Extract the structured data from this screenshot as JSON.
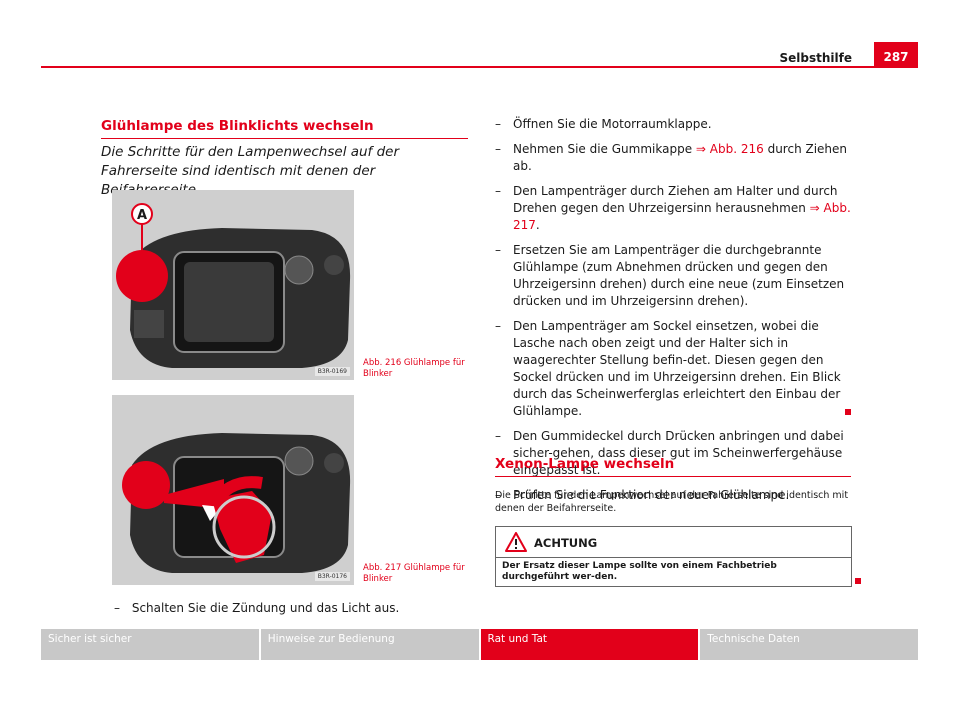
{
  "header": {
    "section": "Selbsthilfe",
    "page_number": "287"
  },
  "left": {
    "heading": "Glühlampe des Blinklichts wechseln",
    "intro": "Die Schritte für den Lampenwechsel auf der Fahrerseite sind identisch mit denen der Beifahrerseite.",
    "fig216": {
      "marker": "A",
      "code": "B3R-0169",
      "caption_1": "Abb. 216   Glühlampe für",
      "caption_2": "Blinker"
    },
    "fig217": {
      "code": "B3R-0176",
      "caption_1": "Abb. 217   Glühlampe für",
      "caption_2": "Blinker"
    },
    "last_step": "Schalten Sie die Zündung und das Licht aus."
  },
  "right": {
    "dash": "–",
    "step1": "Öffnen Sie die Motorraumklappe.",
    "step2_a": "Nehmen Sie die Gummikappe ",
    "step2_ref": "⇒ Abb. 216",
    "step2_b": " durch Ziehen ab.",
    "step3_a": "Den Lampenträger durch Ziehen am Halter und durch Drehen gegen den Uhrzeigersinn herausnehmen ",
    "step3_ref": "⇒ Abb. 217",
    "step3_b": ".",
    "step4": "Ersetzen Sie am Lampenträger die durchgebrannte Glühlampe (zum Abnehmen drücken und gegen den Uhrzeigersinn drehen) durch eine neue (zum Einsetzen drücken und im Uhrzeigersinn drehen).",
    "step5": "Den Lampenträger am Sockel einsetzen, wobei die Lasche nach oben zeigt und der Halter sich in waagerechter Stellung befin-det. Diesen gegen den Sockel drücken und im Uhrzeigersinn drehen. Ein Blick durch das Scheinwerferglas erleichtert den Einbau der Glühlampe.",
    "step6": "Den Gummideckel durch Drücken anbringen und dabei sicher-gehen, dass dieser gut im Scheinwerfergehäuse eingepasst ist.",
    "step7": "Prüfen Sie die Funktion der neuen Glühlampe.",
    "xenon_heading": "Xenon-Lampe wechseln",
    "xenon_text": "Die Schritte für den Lampenwechsel auf der Fahrerseite sind identisch mit denen der Beifahrerseite.",
    "warning": {
      "title": "ACHTUNG",
      "text": "Der Ersatz dieser Lampe sollte von einem Fachbetrieb durchgeführt wer-den."
    }
  },
  "footer": {
    "tabs": [
      "Sicher ist sicher",
      "Hinweise zur Bedienung",
      "Rat und Tat",
      "Technische Daten"
    ],
    "active_tab": "Rat und Tat"
  },
  "colors": {
    "accent": "#e2001a",
    "tab_inactive": "#c8c8c8"
  }
}
